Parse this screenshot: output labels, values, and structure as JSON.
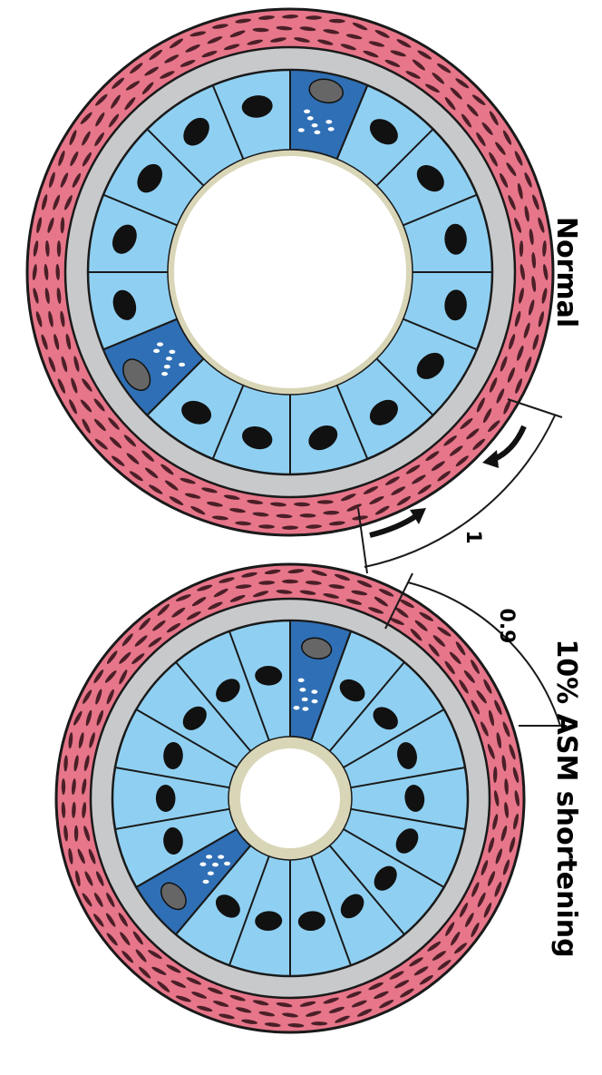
{
  "labels": {
    "normal": "Normal",
    "shortened": "10% ASM shortening",
    "length_normal": "1",
    "length_shortened": "0.9"
  },
  "colors": {
    "smooth_muscle": "#e7768a",
    "smooth_muscle_nuclei": "#4a1f27",
    "basement": "#c8c9cb",
    "epithelium": "#8fd0f2",
    "goblet_cell": "#2f6fb5",
    "nucleus": "#111111",
    "mucus_layer": "#d9d6b8",
    "lumen": "#ffffff"
  },
  "icons": [
    "curved-arrow-icon",
    "curved-arrow-icon"
  ]
}
